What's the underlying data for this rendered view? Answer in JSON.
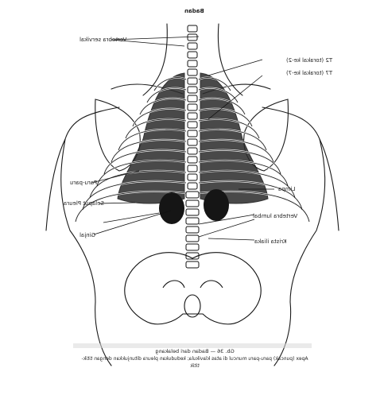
{
  "diagram": {
    "title": "Badan",
    "labels": {
      "vertebra_cervical": "Vertebra servikal",
      "t2": "T2 (torakal ke-2)",
      "t7": "T7 (torakal ke-7)",
      "paru_paru": "Paru-paru",
      "limpa": "Limpa",
      "selaput_pleura": "Selaput Pleura",
      "vertebra_lumbal": "Vertebra lumbal",
      "ginjal": "Ginjal",
      "krista_iliaka": "Krista iliaka"
    },
    "caption_line1": "Gb. 36 — Badan dari belakang",
    "caption_line2": "Apex (puncak) paru-paru muncul di atas klavikula; kedudukan pleura ditunjukkan dengan titik-",
    "caption_line3": "titik"
  }
}
